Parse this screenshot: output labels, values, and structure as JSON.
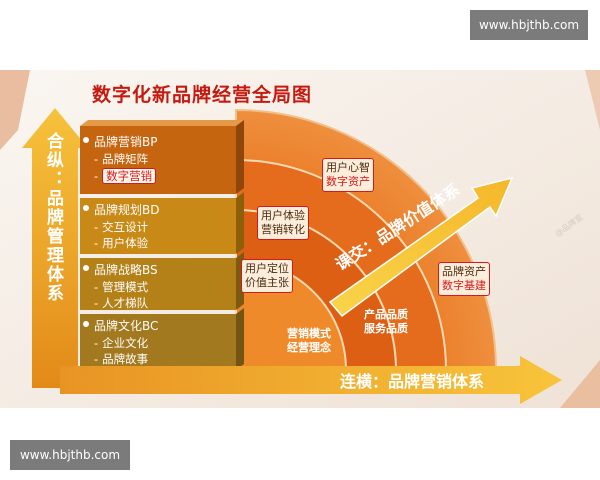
{
  "watermark_top": "www.hbjthb.com",
  "watermark_bottom": "www.hbjthb.com",
  "title": "数字化新品牌经营全局图",
  "vertical_axis_label": "合纵：品牌管理体系",
  "horizontal_axis_label": "连横：品牌营销体系",
  "diagonal_axis_label": "课交：品牌价值体系",
  "blocks": [
    {
      "heading": "品牌营销BP",
      "items": [
        "品牌矩阵",
        "数字营销"
      ]
    },
    {
      "heading": "品牌规划BD",
      "items": [
        "交互设计",
        "用户体验"
      ]
    },
    {
      "heading": "品牌战略BS",
      "items": [
        "管理模式",
        "人才梯队"
      ]
    },
    {
      "heading": "品牌文化BC",
      "items": [
        "企业文化",
        "品牌故事"
      ]
    }
  ],
  "arc_labels": {
    "user_mind": [
      "用户心智",
      "数字资产"
    ],
    "user_experience": [
      "用户体验",
      "营销转化"
    ],
    "user_positioning": [
      "用户定位",
      "价值主张"
    ],
    "marketing_model": [
      "营销模式",
      "经营理念"
    ],
    "product_quality": [
      "产品品质",
      "服务品质"
    ],
    "brand_asset": [
      "品牌资产",
      "数字基建"
    ]
  },
  "faint_watermark": "@品牌宣",
  "colors": {
    "title_red": "#c41a10",
    "highlight_red": "#d8191b",
    "orange_dark": "#e56a10",
    "orange_light": "#f7b733",
    "gold": "#d7a21c"
  }
}
